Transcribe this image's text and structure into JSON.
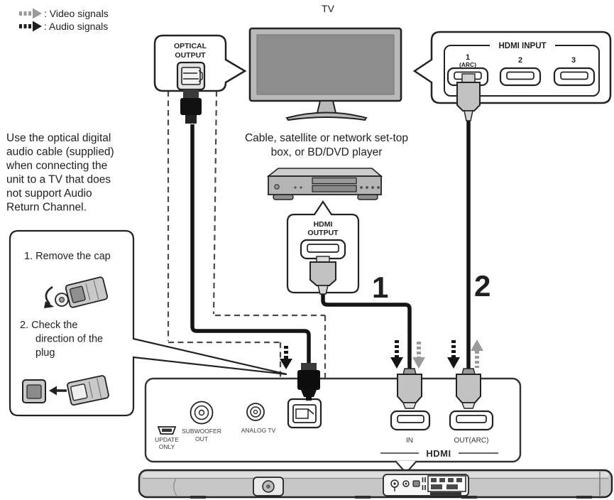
{
  "legend": {
    "video_label": ": Video signals",
    "audio_label": ": Audio signals"
  },
  "tv": {
    "label": "TV"
  },
  "optical_output": {
    "line1": "OPTICAL",
    "line2": "OUTPUT"
  },
  "hdmi_input": {
    "title": "HDMI INPUT",
    "port1_num": "1",
    "port1_sub": "(ARC)",
    "port2_num": "2",
    "port3_num": "3"
  },
  "note": {
    "line1": "Use the optical digital",
    "line2": "audio cable (supplied)",
    "line3": "when connecting the",
    "line4": "unit to a TV that does",
    "line5": "not support Audio",
    "line6": "Return Channel."
  },
  "steps": {
    "step1": "1. Remove the cap",
    "step2_line1": "2. Check the",
    "step2_line2": "direction of the",
    "step2_line3": "plug"
  },
  "source_device": {
    "caption_line1": "Cable, satellite or network set-top",
    "caption_line2": "box, or BD/DVD player",
    "hdmi_output_line1": "HDMI",
    "hdmi_output_line2": "OUTPUT"
  },
  "connections": {
    "hdmi_cable_1": "1",
    "hdmi_cable_2": "2"
  },
  "rear_panel": {
    "update_line1": "UPDATE",
    "update_line2": "ONLY",
    "subwoofer_line1": "SUBWOOFER",
    "subwoofer_line2": "OUT",
    "analog_tv": "ANALOG TV",
    "hdmi_in": "IN",
    "hdmi_out": "OUT(ARC)",
    "hdmi_logo": "HDMI"
  },
  "colors": {
    "ink": "#1f1f1f",
    "video_gray": "#9a9a9a",
    "audio_black": "#1f1f1f",
    "device_gray": "#b9b9b9",
    "screen_gray": "#8d8d8d",
    "plug_gray": "#c2c2c2",
    "cable_black": "#141414"
  }
}
